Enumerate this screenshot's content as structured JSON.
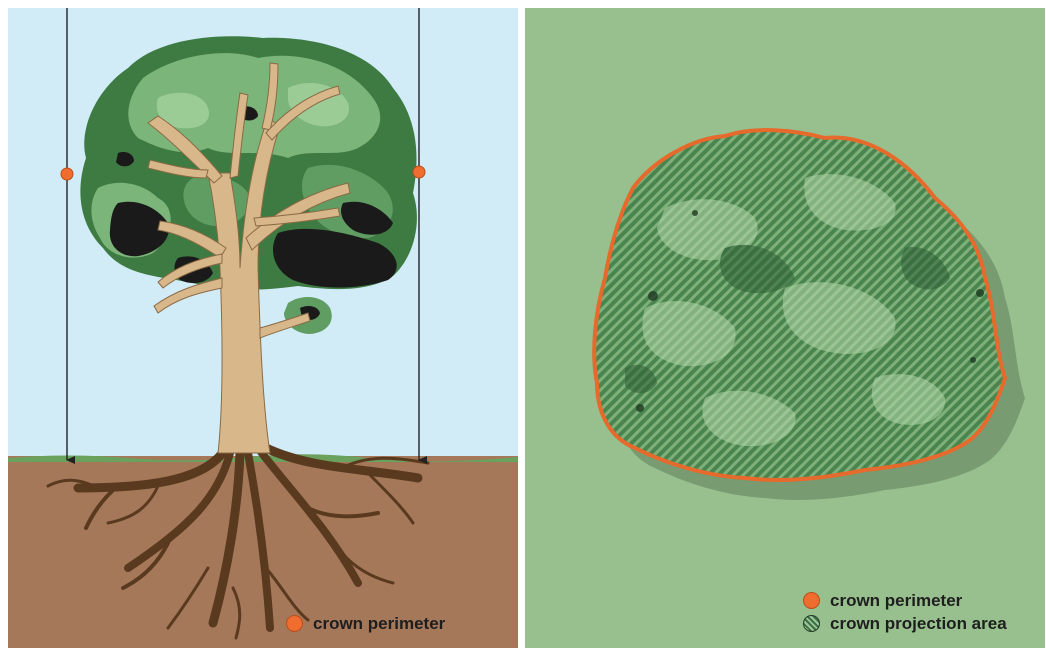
{
  "left_panel": {
    "legend": {
      "perimeter_label": "crown perimeter"
    },
    "colors": {
      "sky": "#d2ecf7",
      "soil": "#a6785a",
      "grass": "#6aa15c",
      "trunk": "#d8b88a",
      "root": "#5a3a1f",
      "foliage_dark": "#3d7b42",
      "foliage_light": "#7cb57a",
      "shadow": "#1a1a1a",
      "marker": "#ee6d2f"
    }
  },
  "right_panel": {
    "legend": {
      "perimeter_label": "crown perimeter",
      "area_label": "crown projection area"
    },
    "colors": {
      "background": "#98c08e",
      "crown": "#4a8550",
      "crown_light": "#7fb07a",
      "perimeter": "#e56a2c",
      "shadow": "#6e8f67"
    }
  }
}
